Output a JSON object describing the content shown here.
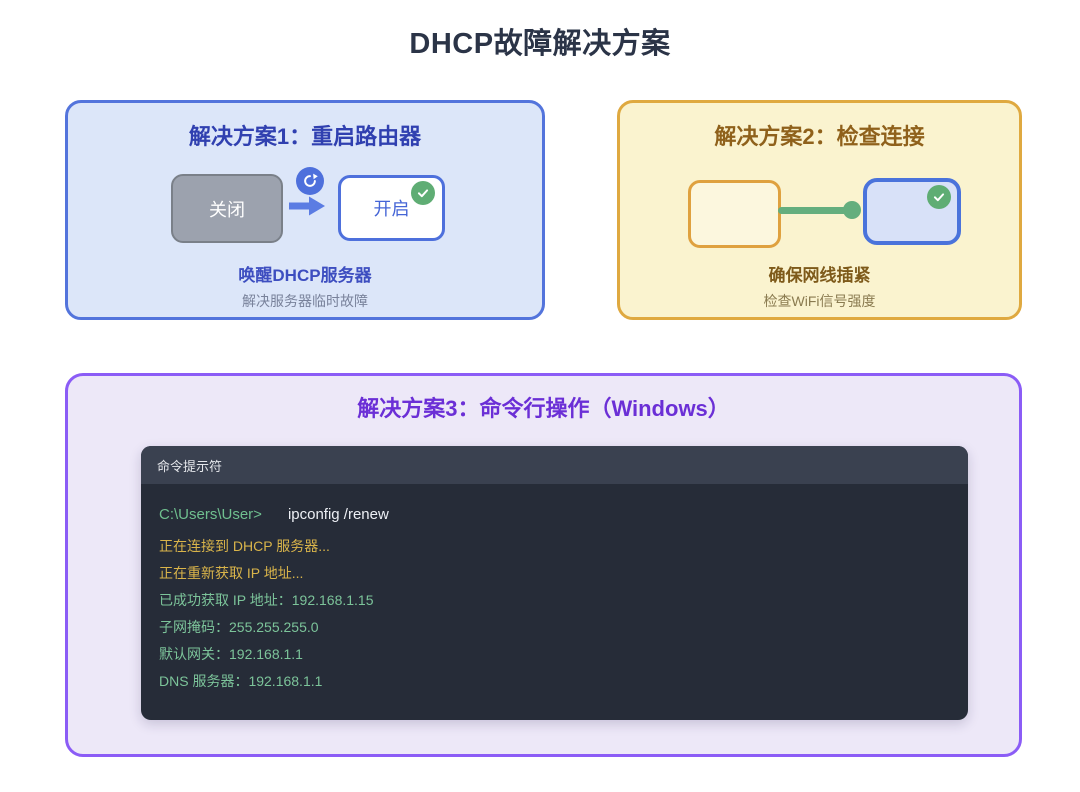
{
  "title": "DHCP故障解决方案",
  "solutions": {
    "s1": {
      "title": "解决方案1：重启路由器",
      "node_off_label": "关闭",
      "node_on_label": "开启",
      "caption": "唤醒DHCP服务器",
      "subcaption": "解决服务器临时故障"
    },
    "s2": {
      "title": "解决方案2：检查连接",
      "caption": "确保网线插紧",
      "subcaption": "检查WiFi信号强度"
    },
    "s3": {
      "title": "解决方案3：命令行操作（Windows）",
      "terminal": {
        "titlebar_label": "命令提示符",
        "prompt": "C:\\Users\\User>",
        "command": "ipconfig /renew",
        "output_lines": [
          {
            "text": "正在连接到 DHCP 服务器...",
            "status": "progress"
          },
          {
            "text": "正在重新获取 IP 地址...",
            "status": "progress"
          },
          {
            "text": "已成功获取 IP 地址：192.168.1.15",
            "status": "success"
          },
          {
            "text": "子网掩码：255.255.255.0",
            "status": "success"
          },
          {
            "text": "默认网关：192.168.1.1",
            "status": "success"
          },
          {
            "text": "DNS 服务器：192.168.1.1",
            "status": "success"
          }
        ]
      }
    }
  },
  "icons": {
    "restart": "refresh-icon",
    "transition": "arrow-right-icon",
    "success": "check-circle-icon",
    "connection": "connector-dot"
  },
  "colors": {
    "title_text": "#2B3447",
    "solution1_accent": "#4E70DC",
    "solution1_bg": "#DCE6F9",
    "solution2_accent": "#DFA13F",
    "solution2_bg": "#FAF3CF",
    "solution3_accent": "#8B5CF6",
    "solution3_bg": "#EDE8F8",
    "off_node_gray": "#9CA2AE",
    "success_green": "#5FAD74",
    "connector_green": "#64AE7E",
    "terminal_bg": "#262C38",
    "terminal_titlebar_bg": "#3A4150",
    "terminal_prompt_green": "#6FBF8F",
    "terminal_progress_yellow": "#D9B44A",
    "terminal_success_green": "#7CC49A"
  }
}
